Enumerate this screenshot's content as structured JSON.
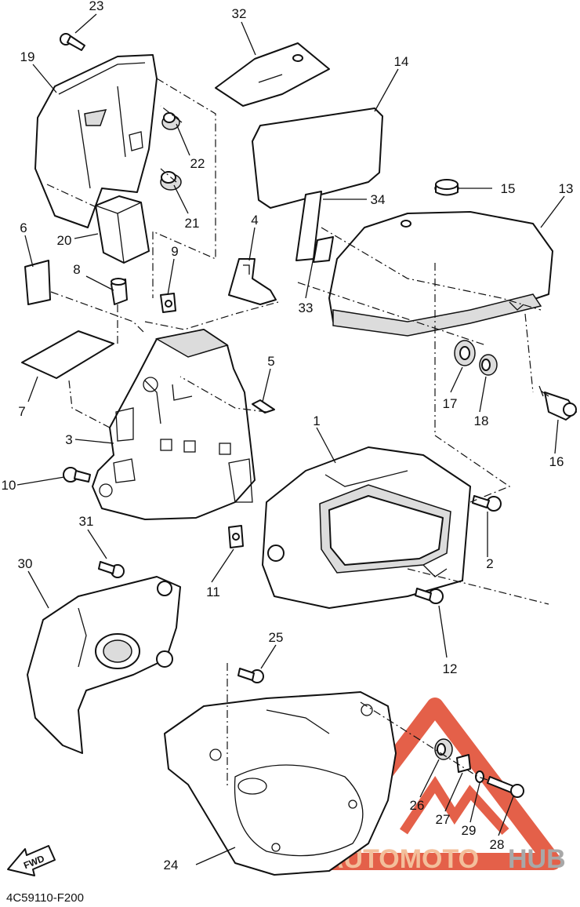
{
  "diagram_code": "4C59110-F200",
  "fwd_label": "FWD",
  "watermark": {
    "part_a": "AUTOMOTO",
    "part_b": "HUB"
  },
  "colors": {
    "line": "#111111",
    "watermark_red": "#e0452a",
    "watermark_orange": "#f2b48a",
    "watermark_gray": "#9a9a9a"
  },
  "callouts": [
    {
      "id": "1",
      "label": "1"
    },
    {
      "id": "2",
      "label": "2"
    },
    {
      "id": "3",
      "label": "3"
    },
    {
      "id": "4",
      "label": "4"
    },
    {
      "id": "5",
      "label": "5"
    },
    {
      "id": "6",
      "label": "6"
    },
    {
      "id": "7",
      "label": "7"
    },
    {
      "id": "8",
      "label": "8"
    },
    {
      "id": "9",
      "label": "9"
    },
    {
      "id": "10",
      "label": "10"
    },
    {
      "id": "11",
      "label": "11"
    },
    {
      "id": "12",
      "label": "12"
    },
    {
      "id": "13",
      "label": "13"
    },
    {
      "id": "14",
      "label": "14"
    },
    {
      "id": "15",
      "label": "15"
    },
    {
      "id": "16",
      "label": "16"
    },
    {
      "id": "17",
      "label": "17"
    },
    {
      "id": "18",
      "label": "18"
    },
    {
      "id": "19",
      "label": "19"
    },
    {
      "id": "20",
      "label": "20"
    },
    {
      "id": "21",
      "label": "21"
    },
    {
      "id": "22",
      "label": "22"
    },
    {
      "id": "23",
      "label": "23"
    },
    {
      "id": "24",
      "label": "24"
    },
    {
      "id": "25",
      "label": "25"
    },
    {
      "id": "26",
      "label": "26"
    },
    {
      "id": "27",
      "label": "27"
    },
    {
      "id": "28",
      "label": "28"
    },
    {
      "id": "29",
      "label": "29"
    },
    {
      "id": "30",
      "label": "30"
    },
    {
      "id": "31",
      "label": "31"
    },
    {
      "id": "32",
      "label": "32"
    },
    {
      "id": "33",
      "label": "33"
    },
    {
      "id": "34",
      "label": "34"
    }
  ]
}
